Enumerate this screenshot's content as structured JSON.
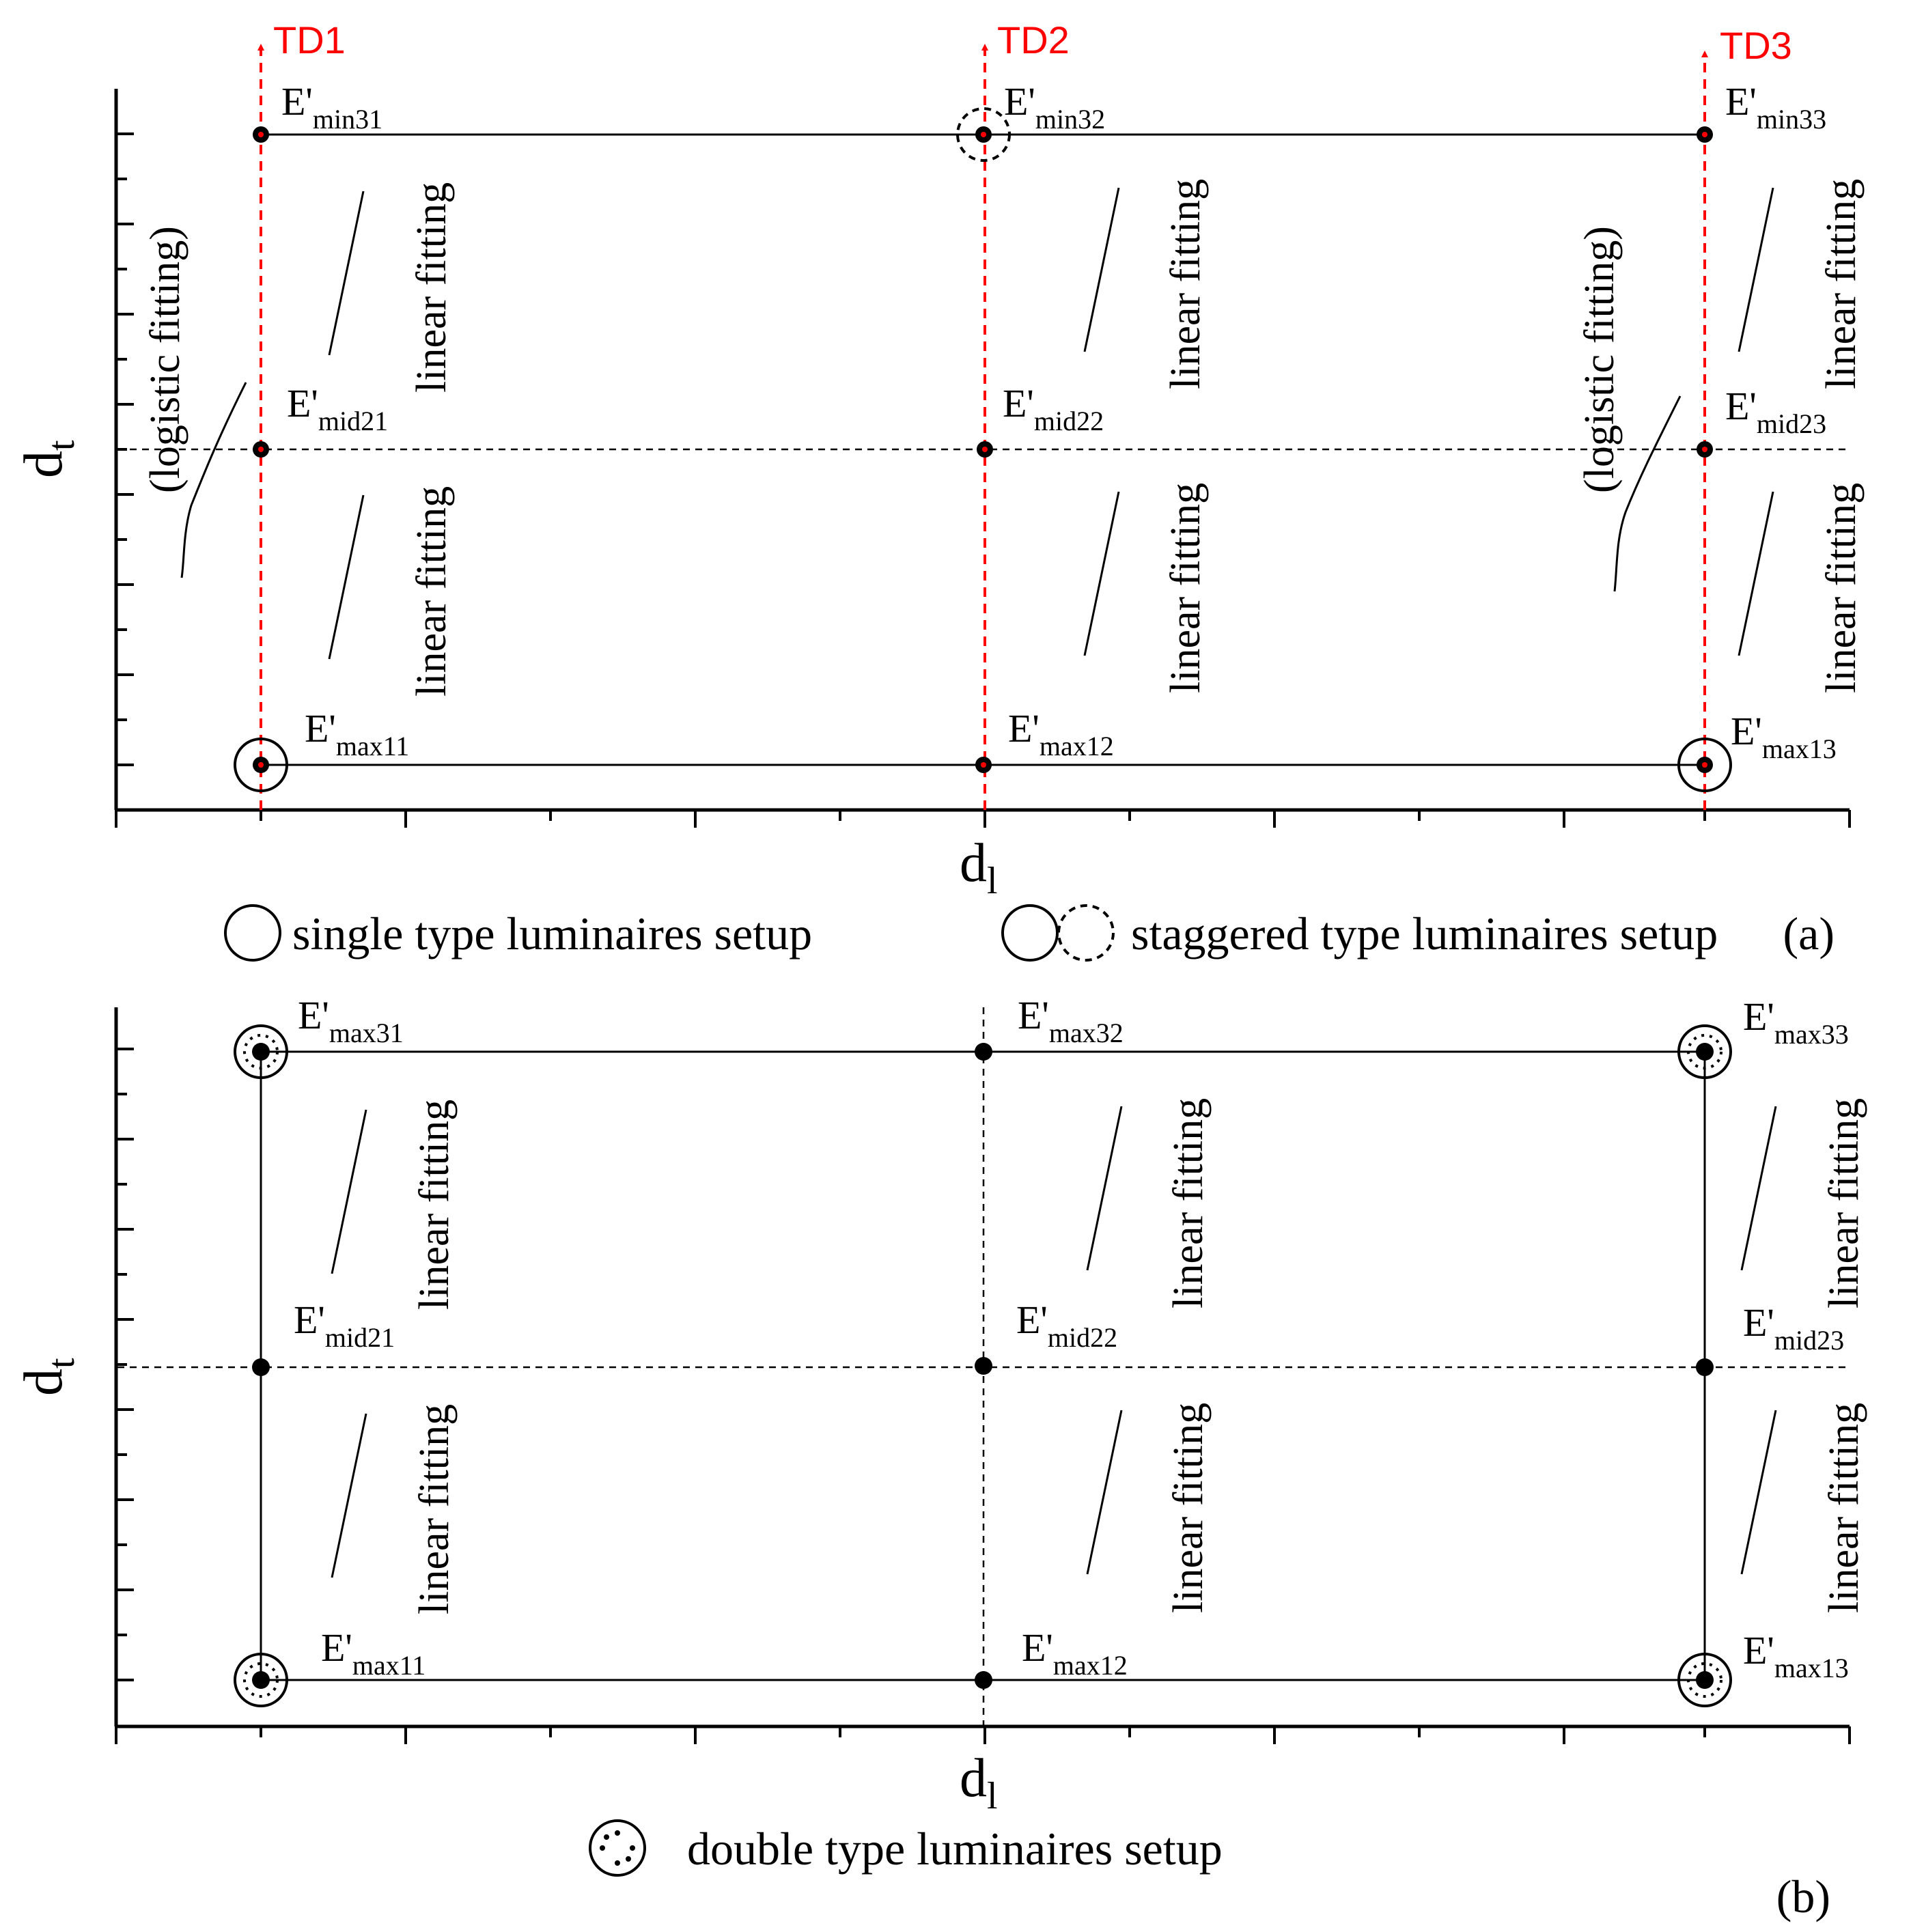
{
  "td_labels": [
    "TD1",
    "TD2",
    "TD3"
  ],
  "axes": {
    "y_main": "d",
    "y_sub": "t",
    "x_main": "d",
    "x_sub": "l"
  },
  "fit_labels": {
    "linear": "linear fitting",
    "logistic": "(logistic fitting)"
  },
  "panel_a": {
    "points": {
      "min31": {
        "main": "E'",
        "sub": "min31"
      },
      "min32": {
        "main": "E'",
        "sub": "min32"
      },
      "min33": {
        "main": "E'",
        "sub": "min33"
      },
      "mid21": {
        "main": "E'",
        "sub": "mid21"
      },
      "mid22": {
        "main": "E'",
        "sub": "mid22"
      },
      "mid23": {
        "main": "E'",
        "sub": "mid23"
      },
      "max11": {
        "main": "E'",
        "sub": "max11"
      },
      "max12": {
        "main": "E'",
        "sub": "max12"
      },
      "max13": {
        "main": "E'",
        "sub": "max13"
      }
    },
    "legend_single": "single type luminaires setup",
    "legend_staggered": "staggered type luminaires setup",
    "panel_label": "(a)"
  },
  "panel_b": {
    "points": {
      "max31": {
        "main": "E'",
        "sub": "max31"
      },
      "max32": {
        "main": "E'",
        "sub": "max32"
      },
      "max33": {
        "main": "E'",
        "sub": "max33"
      },
      "mid21": {
        "main": "E'",
        "sub": "mid21"
      },
      "mid22": {
        "main": "E'",
        "sub": "mid22"
      },
      "mid23": {
        "main": "E'",
        "sub": "mid23"
      },
      "max11": {
        "main": "E'",
        "sub": "max11"
      },
      "max12": {
        "main": "E'",
        "sub": "max12"
      },
      "max13": {
        "main": "E'",
        "sub": "max13"
      }
    },
    "legend_double": "double type luminaires setup",
    "panel_label": "(b)"
  },
  "colors": {
    "line": "#000000",
    "td_arrow": "#ff0000"
  }
}
